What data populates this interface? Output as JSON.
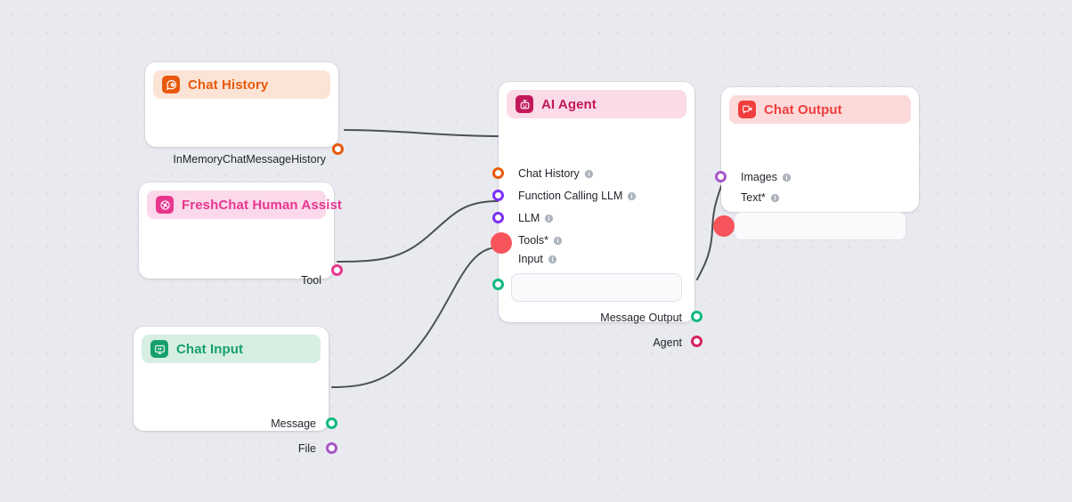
{
  "canvas": {
    "background_color": "#e9eaef",
    "dot_color": "#dcdde4",
    "edge_color": "#4b5055"
  },
  "nodes": {
    "chat_history": {
      "title": "Chat History",
      "icon": "chat-history-icon",
      "accent": "#e8590c",
      "header_bg": "#fbe3d5",
      "outputs": [
        {
          "label": "InMemoryChatMessageHistory",
          "color": "#e8590c"
        }
      ]
    },
    "freshchat": {
      "title": "FreshChat Human Assist",
      "icon": "freshchat-globe-icon",
      "accent": "#e8368f",
      "header_bg": "#fbd9ea",
      "outputs": [
        {
          "label": "Tool",
          "color": "#e8368f"
        }
      ]
    },
    "chat_input": {
      "title": "Chat Input",
      "icon": "chat-input-icon",
      "accent": "#15a06a",
      "header_bg": "#d6efe2",
      "outputs": [
        {
          "label": "Message",
          "color": "#10b981"
        },
        {
          "label": "File",
          "color": "#a855c8"
        }
      ]
    },
    "ai_agent": {
      "title": "AI Agent",
      "icon": "robot-icon",
      "accent": "#c2185b",
      "header_bg": "#fbdbe8",
      "inputs": [
        {
          "label": "Chat History",
          "color": "#e8590c",
          "info": true
        },
        {
          "label": "Function Calling LLM",
          "color": "#7b2ff7",
          "info": true
        },
        {
          "label": "LLM",
          "color": "#7b2ff7",
          "info": true
        },
        {
          "label": "Tools*",
          "color": "#f0409a",
          "info": true,
          "glow": true
        }
      ],
      "input_field": {
        "label": "Input",
        "info": true,
        "value": "",
        "placeholder": ""
      },
      "outputs": [
        {
          "label": "Message Output",
          "color": "#10b981"
        },
        {
          "label": "Agent",
          "color": "#d6215f"
        }
      ]
    },
    "chat_output": {
      "title": "Chat Output",
      "icon": "chat-output-icon",
      "accent": "#f03e3e",
      "header_bg": "#fbdad9",
      "inputs": [
        {
          "label": "Images",
          "color": "#a855c8",
          "info": true
        }
      ],
      "text_field": {
        "label": "Text*",
        "info": true,
        "value": "",
        "placeholder": "",
        "color": "#10b981",
        "glow": true
      }
    }
  }
}
